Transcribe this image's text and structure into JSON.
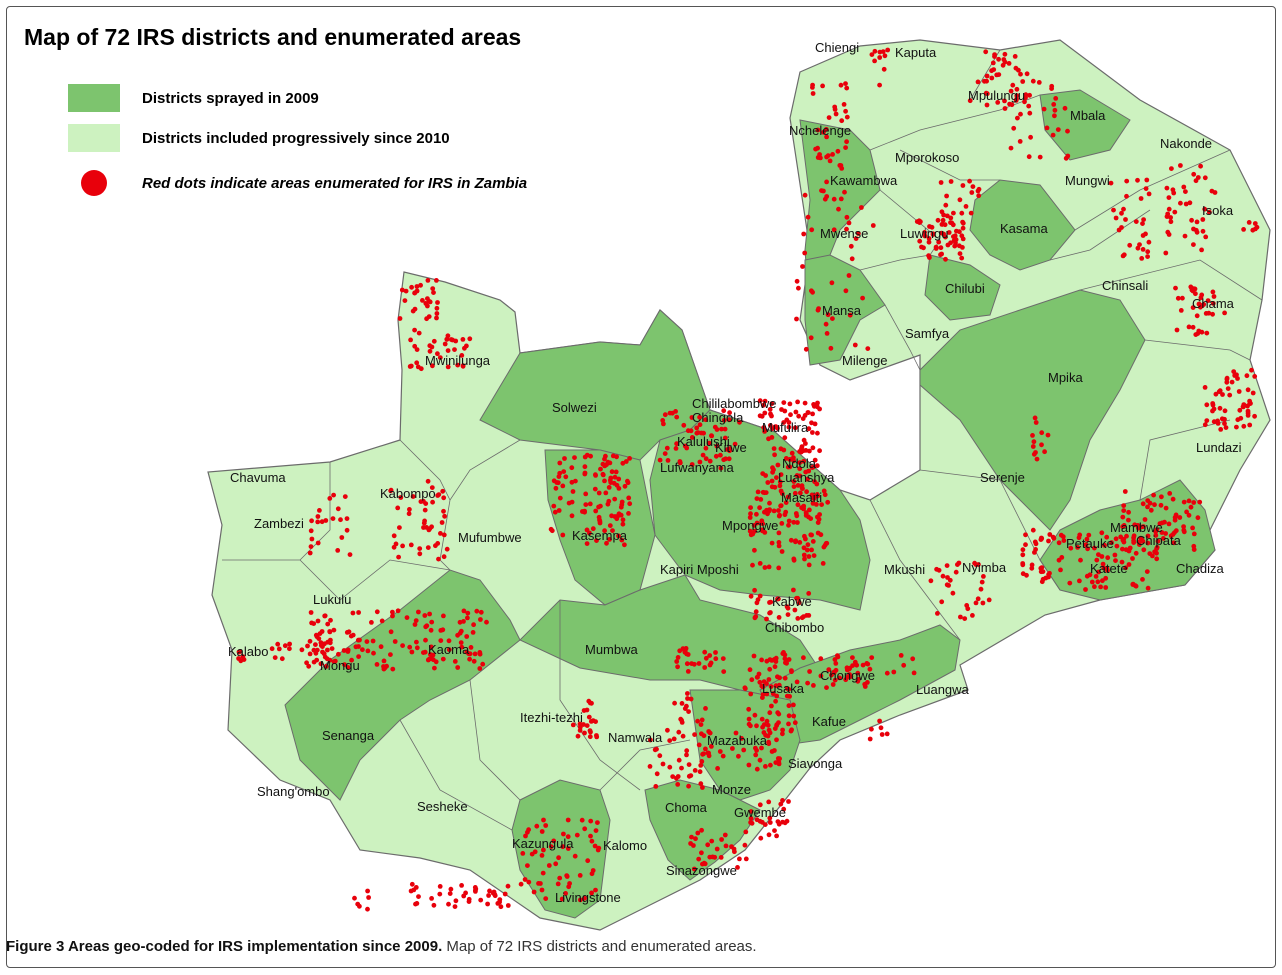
{
  "map": {
    "title": "Map of 72 IRS districts and enumerated areas",
    "colors": {
      "sprayed": "#7dc46e",
      "progressive": "#cdf2c0",
      "dots": "#e8000b",
      "border": "#6b6b6b"
    }
  },
  "legend": [
    {
      "kind": "swatch",
      "color": "#7dc46e",
      "label": "Districts sprayed in 2009"
    },
    {
      "kind": "swatch",
      "color": "#cdf2c0",
      "label": "Districts included progressively since 2010"
    },
    {
      "kind": "dot",
      "color": "#e8000b",
      "label": "Red dots indicate areas enumerated for IRS in Zambia"
    }
  ],
  "districts": [
    "Chiengi",
    "Kaputa",
    "Mpulungu",
    "Mbala",
    "Nchelenge",
    "Mporokoso",
    "Nakonde",
    "Kawambwa",
    "Mungwi",
    "Isoka",
    "Kasama",
    "Mwense",
    "Luwingu",
    "Chinsali",
    "Chilubi",
    "Chama",
    "Mansa",
    "Samfya",
    "Milenge",
    "Mpika",
    "Mwinilunga",
    "Chililabombwe",
    "Solwezi",
    "Chingola",
    "Mufulira",
    "Kalulushi",
    "Kitwe",
    "Lufwanyama",
    "Ndola",
    "Luanshya",
    "Lundazi",
    "Chavuma",
    "Kabompo",
    "Masaiti",
    "Serenje",
    "Zambezi",
    "Mufumbwe",
    "Kasempa",
    "Mpongwe",
    "Mambwe",
    "Chipata",
    "Petauke",
    "Kapiri Mposhi",
    "Mkushi",
    "Katete",
    "Chadiza",
    "Lukulu",
    "Kabwe",
    "Nyimba",
    "Chibombo",
    "Kalabo",
    "Kaoma",
    "Mongu",
    "Mumbwa",
    "Lusaka",
    "Chongwe",
    "Luangwa",
    "Itezhi-tezhi",
    "Kafue",
    "Senanga",
    "Namwala",
    "Mazabuka",
    "Monze",
    "Siavonga",
    "Shang'ombo",
    "Sesheke",
    "Choma",
    "Gwembe",
    "Kazungula",
    "Kalomo",
    "Sinazongwe",
    "Livingstone"
  ],
  "caption": {
    "bold": "Figure 3 Areas geo-coded for IRS implementation since 2009.",
    "text": " Map of 72 IRS districts and enumerated areas."
  }
}
